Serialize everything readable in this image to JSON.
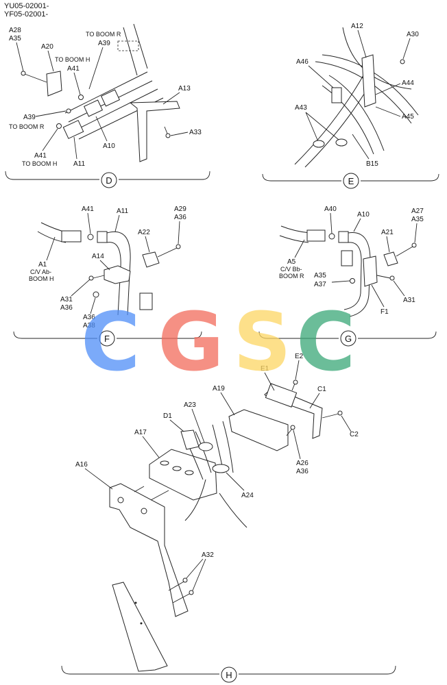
{
  "header": {
    "line1": "YU05-02001-",
    "line2": "YF05-02001-"
  },
  "sections": {
    "D": {
      "letter": "D",
      "labels": {
        "a28": "A28",
        "a35": "A35",
        "a20": "A20",
        "to_boom_r_top": "TO BOOM R",
        "a39_top": "A39",
        "to_boom_h_top": "TO BOOM H",
        "a41_top": "A41",
        "a13": "A13",
        "a39_left": "A39",
        "to_boom_r_left": "TO BOOM R",
        "a33": "A33",
        "a10": "A10",
        "a41_bottom": "A41",
        "to_boom_h_bottom": "TO BOOM H",
        "a11": "A11"
      }
    },
    "E": {
      "letter": "E",
      "labels": {
        "a12": "A12",
        "a30": "A30",
        "a46": "A46",
        "a44": "A44",
        "a43": "A43",
        "a45": "A45",
        "b15": "B15"
      }
    },
    "F": {
      "letter": "F",
      "labels": {
        "a41": "A41",
        "a11": "A11",
        "a29": "A29",
        "a36_top": "A36",
        "a22": "A22",
        "a14": "A14",
        "a1": "A1",
        "cv_ab": "C/V Ab-",
        "boom_h": "BOOM H",
        "a31": "A31",
        "a36_mid": "A36",
        "a36_low": "A36",
        "a38": "A38"
      }
    },
    "G": {
      "letter": "G",
      "labels": {
        "a40": "A40",
        "a10": "A10",
        "a27": "A27",
        "a35_top": "A35",
        "a21": "A21",
        "a5": "A5",
        "cv_bb": "C/V Bb-",
        "boom_r": "BOOM R",
        "a35_mid": "A35",
        "a37": "A37",
        "a31": "A31",
        "f1": "F1"
      }
    },
    "H": {
      "letter": "H",
      "labels": {
        "e2": "E2",
        "e1": "E1",
        "c1": "C1",
        "a19": "A19",
        "d1": "D1",
        "a23": "A23",
        "a17": "A17",
        "c2": "C2",
        "a26": "A26",
        "a36": "A36",
        "a16": "A16",
        "a24": "A24",
        "a32": "A32"
      }
    }
  },
  "watermark": {
    "letters": [
      "C",
      "G",
      "S",
      "C"
    ],
    "colors": [
      "#4f8ef7",
      "#f26b5b",
      "#fdd663",
      "#3aa878"
    ]
  }
}
